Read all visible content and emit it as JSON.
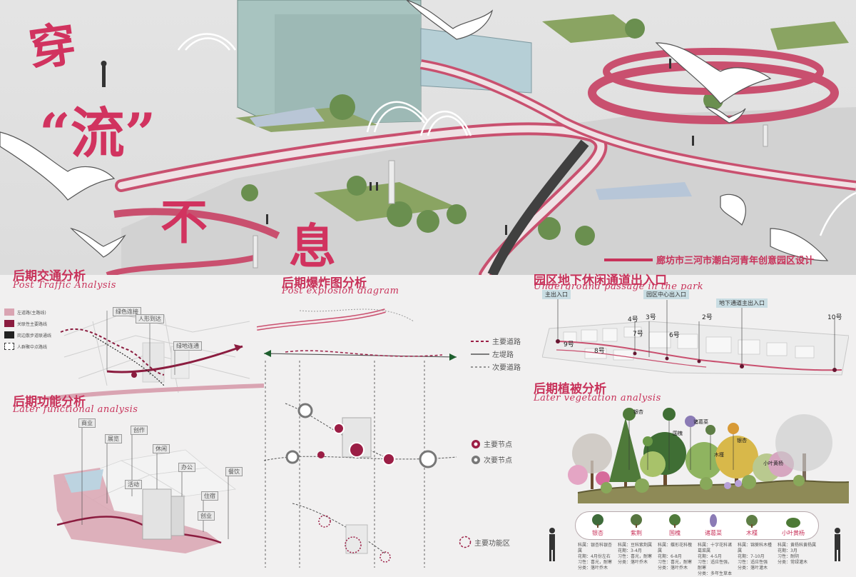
{
  "hero": {
    "chars": [
      "穿",
      "“流”",
      "不",
      "息"
    ],
    "project_title": "廊坊市三河市潮白河青年创意园区设计"
  },
  "traffic": {
    "title_cn": "后期交通分析",
    "title_en": "Post Traffic Analysis",
    "legend": [
      "左道路(主路线)",
      "关联性主要路线",
      "岗边散步道联通线",
      "人群聚中点路线"
    ],
    "legend_colors": [
      "#d9a4b2",
      "#8b1c3f",
      "#222222",
      "#ffffff"
    ],
    "tags": [
      "绿色连接",
      "人形到达",
      "绿地连通"
    ]
  },
  "functional": {
    "title_cn": "后期功能分析",
    "title_en": "Later functional analysis",
    "tags": [
      "商业",
      "展览",
      "创作",
      "休闲",
      "办公",
      "住宿",
      "餐饮",
      "活动",
      "创业"
    ]
  },
  "explosion": {
    "title_cn": "后期爆炸图分析",
    "title_en": "Post explosion diagram",
    "road_legend": [
      "主要道路",
      "左堤路",
      "次要道路"
    ],
    "node_legend": [
      "主要节点",
      "次要节点"
    ],
    "area_legend": "主要功能区",
    "colors": {
      "main": "#9b1e45",
      "secondary": "#777777"
    }
  },
  "passage": {
    "title_cn": "园区地下休闲通道出入口",
    "title_en": "Underground passage in the park",
    "labels": [
      "主出入口",
      "园区中心出入口",
      "地下通道主出入口"
    ],
    "numbers": [
      "4号",
      "3号",
      "2号",
      "10号",
      "7号",
      "6号",
      "9号",
      "8号"
    ]
  },
  "vegetation": {
    "title_cn": "后期植被分析",
    "title_en": "Later vegetation analysis",
    "callouts": [
      "银杏",
      "国槐",
      "诸葛菜",
      "木槿",
      "银杏",
      "小叶黄杨"
    ],
    "plants": [
      {
        "name": "银杏",
        "color": "#3e6b3a",
        "desc": [
          "科属：银杏科银杏属",
          "花期：4月份左右",
          "习性：喜光，耐寒",
          "分类：落叶乔木"
        ]
      },
      {
        "name": "紫荆",
        "color": "#56753f",
        "desc": [
          "科属：豆科紫荆属",
          "花期：3-4月",
          "习性：喜光，耐寒",
          "分类：落叶乔木"
        ]
      },
      {
        "name": "国槐",
        "color": "#4f7a3a",
        "desc": [
          "科属：蝶形花科槐属",
          "花期：6-8月",
          "习性：喜光，耐寒",
          "分类：落叶乔木"
        ]
      },
      {
        "name": "诸葛菜",
        "color": "#8b7bb5",
        "desc": [
          "科属：十字花科诸葛菜属",
          "花期：4-5月",
          "习性：适应性强，耐寒",
          "分类：多年生草本"
        ]
      },
      {
        "name": "木槿",
        "color": "#5e7e45",
        "desc": [
          "科属：锦葵科木槿属",
          "花期：7-10月",
          "习性：适应性强",
          "分类：落叶灌木"
        ]
      },
      {
        "name": "小叶黄杨",
        "color": "#4d7a36",
        "desc": [
          "科属：黄杨科黄杨属",
          "花期：3月",
          "习性：耐阴",
          "分类：常绿灌木"
        ]
      }
    ]
  }
}
